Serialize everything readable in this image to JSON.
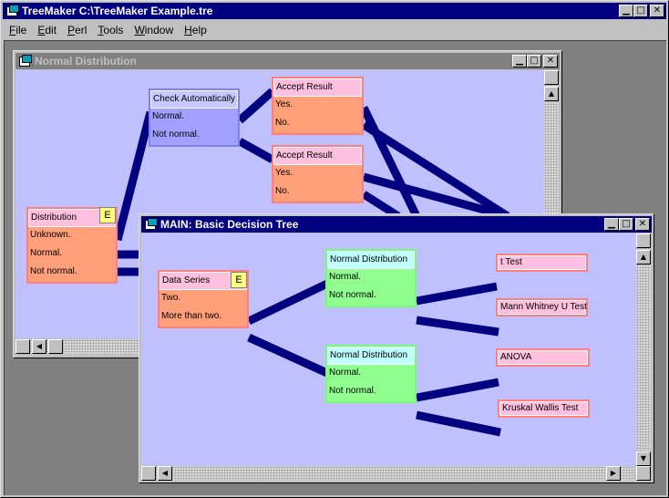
{
  "app": {
    "title": "TreeMaker C:\\TreeMaker Example.tre",
    "window_controls": {
      "minimize": "▁",
      "maximize": "□",
      "close": "✕"
    }
  },
  "menu": [
    {
      "label": "File",
      "accel": "F",
      "rest": "ile"
    },
    {
      "label": "Edit",
      "accel": "E",
      "rest": "dit"
    },
    {
      "label": "Perl",
      "accel": "P",
      "rest": "erl"
    },
    {
      "label": "Tools",
      "accel": "T",
      "rest": "ools"
    },
    {
      "label": "Window",
      "accel": "W",
      "rest": "indow"
    },
    {
      "label": "Help",
      "accel": "H",
      "rest": "elp"
    }
  ],
  "normal_window": {
    "title": "Normal Distribution",
    "distribution_node": {
      "badge": "E",
      "rows": [
        "Distribution",
        "Unknown.",
        "Normal.",
        "Not normal."
      ]
    },
    "check_node": {
      "rows": [
        "Check Automatically",
        "Normal.",
        "Not normal."
      ]
    },
    "accept1": {
      "rows": [
        "Accept Result",
        "Yes.",
        "No."
      ]
    },
    "accept2": {
      "rows": [
        "Accept Result",
        "Yes.",
        "No."
      ]
    }
  },
  "main_window": {
    "title": "MAIN: Basic Decision Tree",
    "data_series": {
      "badge": "E",
      "rows": [
        "Data Series",
        "Two.",
        "More than two."
      ]
    },
    "nd1": {
      "rows": [
        "Normal Distribution",
        "Normal.",
        "Not normal."
      ]
    },
    "nd2": {
      "rows": [
        "Normal Distribution",
        "Normal.",
        "Not normal."
      ]
    },
    "leaves": [
      "t Test",
      "Mann Whitney U Test",
      "ANOVA",
      "Kruskal Wallis Test"
    ]
  },
  "colors": {
    "link": "#000080",
    "canvas": "#c0c0ff",
    "title_active": "#000080",
    "title_inactive": "#808080"
  }
}
